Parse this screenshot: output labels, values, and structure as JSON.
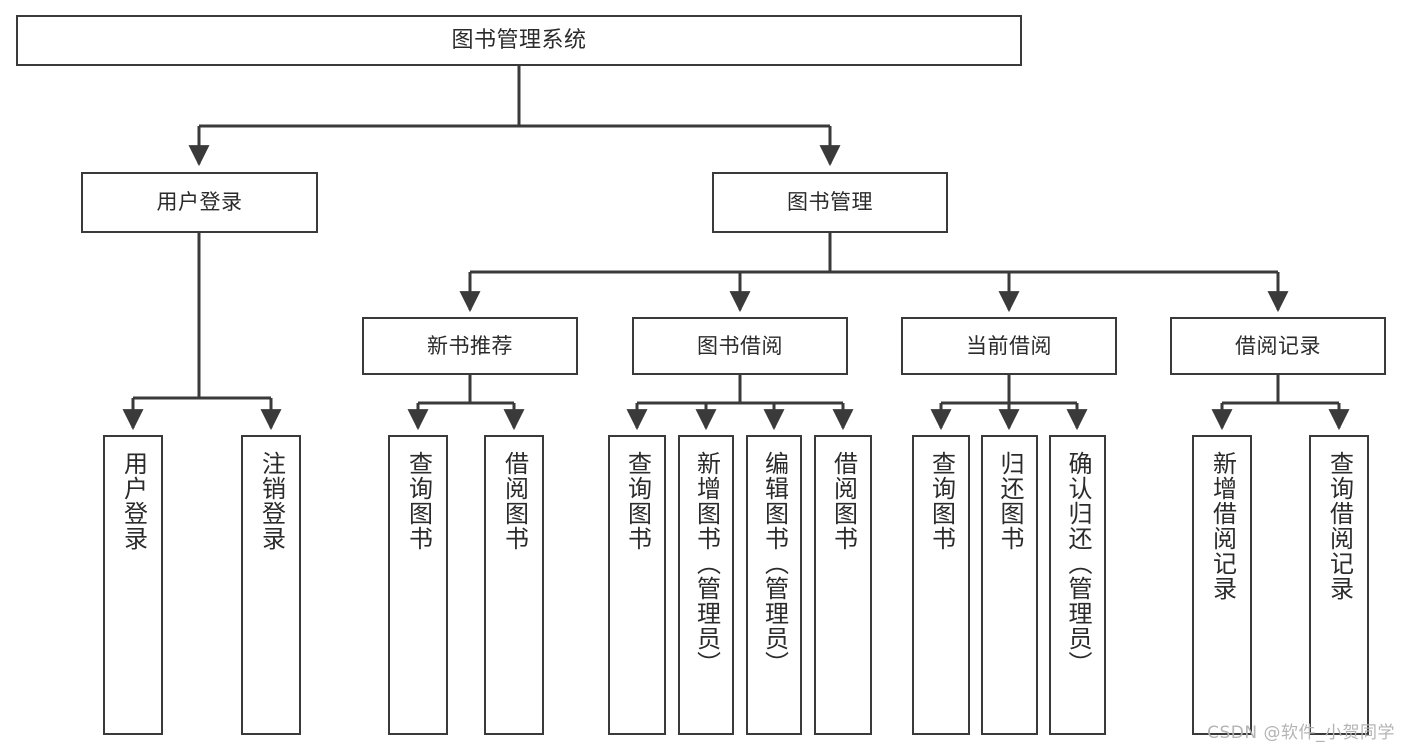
{
  "diagram": {
    "title": "图书管理系统",
    "type": "tree-hierarchy-chart",
    "watermark": "CSDN @软件_小贺同学",
    "colors": {
      "background": "#ffffff",
      "node_border": "#3a3a3a",
      "node_fill": "#ffffff",
      "edge": "#3a3a3a",
      "text": "#2b2b2b",
      "watermark": "#b4b4b4"
    },
    "root": {
      "label": "图书管理系统"
    },
    "level1": [
      {
        "label": "用户登录"
      },
      {
        "label": "图书管理"
      }
    ],
    "level2": [
      {
        "label": "新书推荐"
      },
      {
        "label": "图书借阅"
      },
      {
        "label": "当前借阅"
      },
      {
        "label": "借阅记录"
      }
    ],
    "leaves": {
      "user_login": [
        {
          "label": "用户登录"
        },
        {
          "label": "注销登录"
        }
      ],
      "new_book_recommend": [
        {
          "label": "查询图书"
        },
        {
          "label": "借阅图书"
        }
      ],
      "book_borrow": [
        {
          "label": "查询图书"
        },
        {
          "label": "新增图书（管理员）"
        },
        {
          "label": "编辑图书（管理员）"
        },
        {
          "label": "借阅图书"
        }
      ],
      "current_borrow": [
        {
          "label": "查询图书"
        },
        {
          "label": "归还图书"
        },
        {
          "label": "确认归还（管理员）"
        }
      ],
      "borrow_record": [
        {
          "label": "新增借阅记录"
        },
        {
          "label": "查询借阅记录"
        }
      ]
    }
  }
}
